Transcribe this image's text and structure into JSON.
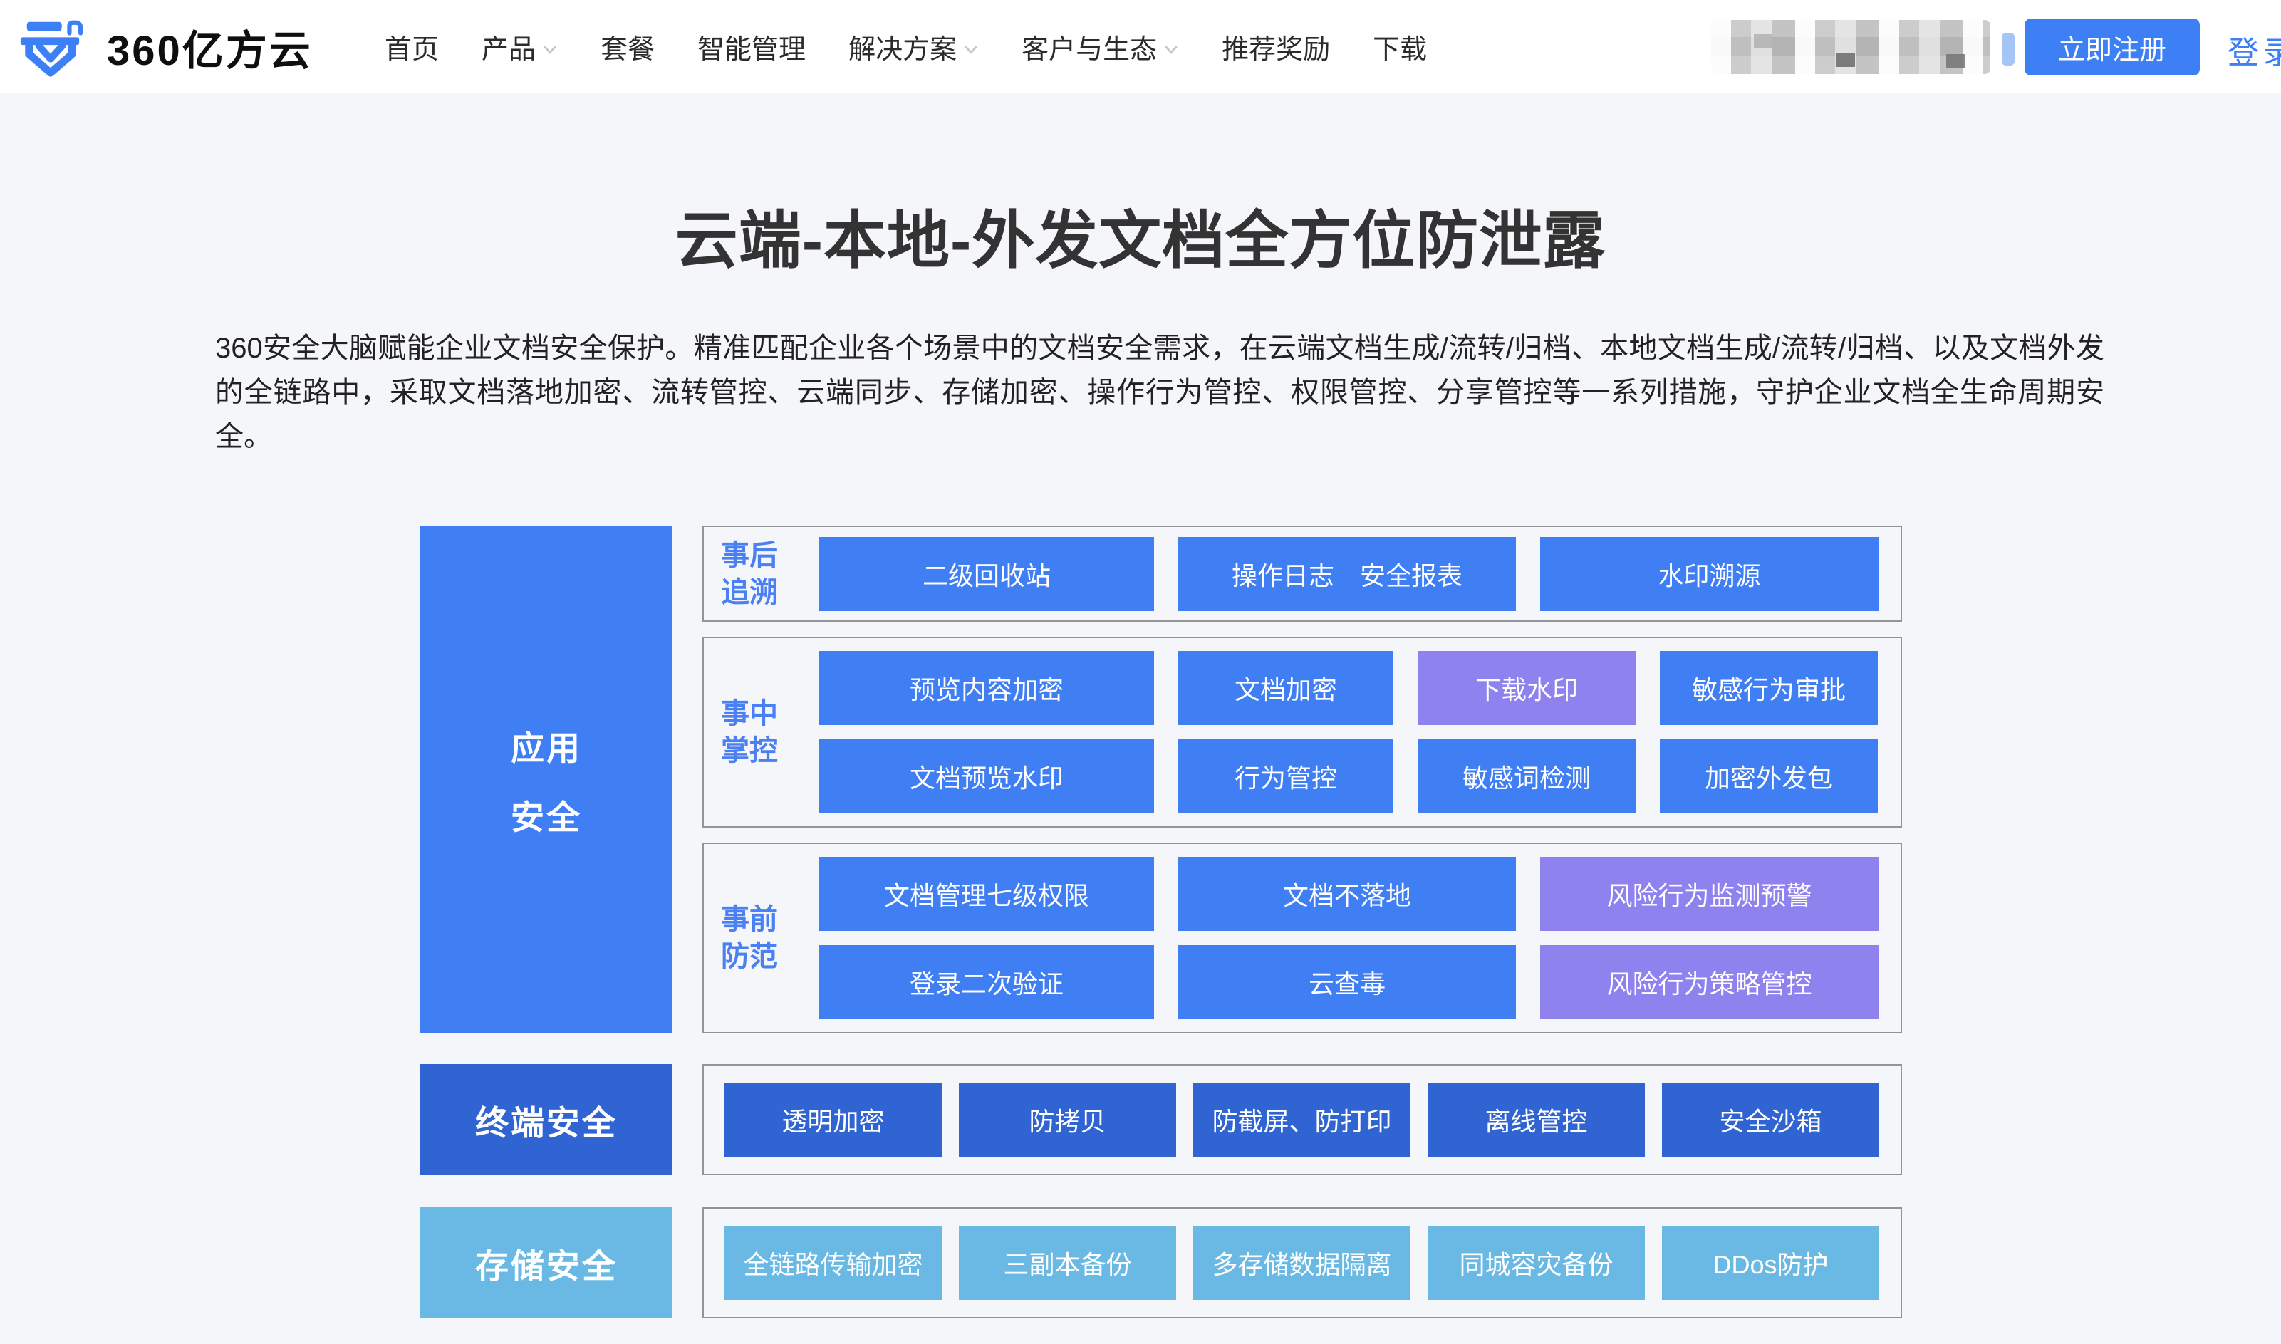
{
  "nav": {
    "logo": {
      "text": "360亿方云"
    },
    "menu": [
      {
        "label": "首页",
        "dropdown": false
      },
      {
        "label": "产品",
        "dropdown": true
      },
      {
        "label": "套餐",
        "dropdown": false
      },
      {
        "label": "智能管理",
        "dropdown": false
      },
      {
        "label": "解决方案",
        "dropdown": true
      },
      {
        "label": "客户与生态",
        "dropdown": true
      },
      {
        "label": "推荐奖励",
        "dropdown": false
      },
      {
        "label": "下载",
        "dropdown": false
      }
    ],
    "phone": {
      "redacted": true
    },
    "register_button": "立即注册",
    "login_link": "登录"
  },
  "hero": {
    "title": "云端-本地-外发文档全方位防泄露",
    "description": "360安全大脑赋能企业文档安全保护。精准匹配企业各个场景中的文档安全需求，在云端文档生成/流转/归档、本地文档生成/流转/归档、以及文档外发的全链路中，采取文档落地加密、流转管控、云端同步、存储加密、操作行为管控、权限管控、分享管控等一系列措施，守护企业文档全生命周期安全。"
  },
  "diagram": {
    "left_blocks": [
      {
        "label_lines": [
          "应用",
          "安全"
        ],
        "color": "primary_blue"
      },
      {
        "label": "终端安全",
        "color": "dark_blue"
      },
      {
        "label": "存储安全",
        "color": "light_blue"
      }
    ],
    "groups": [
      {
        "label_lines": [
          "事后",
          "追溯"
        ],
        "rows": [
          [
            {
              "label": "二级回收站",
              "color": "primary_blue"
            },
            {
              "label": "操作日志　安全报表",
              "color": "primary_blue"
            },
            {
              "label": "水印溯源",
              "color": "primary_blue"
            }
          ]
        ]
      },
      {
        "label_lines": [
          "事中",
          "掌控"
        ],
        "rows": [
          [
            {
              "label": "预览内容加密",
              "color": "primary_blue"
            },
            {
              "label": "文档加密",
              "color": "primary_blue"
            },
            {
              "label": "下载水印",
              "color": "purple"
            },
            {
              "label": "敏感行为审批",
              "color": "primary_blue"
            }
          ],
          [
            {
              "label": "文档预览水印",
              "color": "primary_blue"
            },
            {
              "label": "行为管控",
              "color": "primary_blue"
            },
            {
              "label": "敏感词检测",
              "color": "primary_blue"
            },
            {
              "label": "加密外发包",
              "color": "primary_blue"
            }
          ]
        ]
      },
      {
        "label_lines": [
          "事前",
          "防范"
        ],
        "rows": [
          [
            {
              "label": "文档管理七级权限",
              "color": "primary_blue"
            },
            {
              "label": "文档不落地",
              "color": "primary_blue"
            },
            {
              "label": "风险行为监测预警",
              "color": "purple"
            }
          ],
          [
            {
              "label": "登录二次验证",
              "color": "primary_blue"
            },
            {
              "label": "云查毒",
              "color": "primary_blue"
            },
            {
              "label": "风险行为策略管控",
              "color": "purple"
            }
          ]
        ]
      },
      {
        "rows": [
          [
            {
              "label": "透明加密",
              "color": "dark_blue"
            },
            {
              "label": "防拷贝",
              "color": "dark_blue"
            },
            {
              "label": "防截屏、防打印",
              "color": "dark_blue"
            },
            {
              "label": "离线管控",
              "color": "dark_blue"
            },
            {
              "label": "安全沙箱",
              "color": "dark_blue"
            }
          ]
        ]
      },
      {
        "rows": [
          [
            {
              "label": "全链路传输加密",
              "color": "light_blue"
            },
            {
              "label": "三副本备份",
              "color": "light_blue"
            },
            {
              "label": "多存储数据隔离",
              "color": "light_blue"
            },
            {
              "label": "同城容灾备份",
              "color": "light_blue"
            },
            {
              "label": "DDos防护",
              "color": "light_blue"
            }
          ]
        ]
      }
    ]
  },
  "colors": {
    "primary_blue": "#3F7EF3",
    "purple": "#8E82EF",
    "dark_blue": "#3064D3",
    "light_blue": "#6AB9E4",
    "accent_button": "#3D7FF5",
    "group_label_blue": "#4A80F2",
    "page_bg": "#F5F6FA"
  }
}
